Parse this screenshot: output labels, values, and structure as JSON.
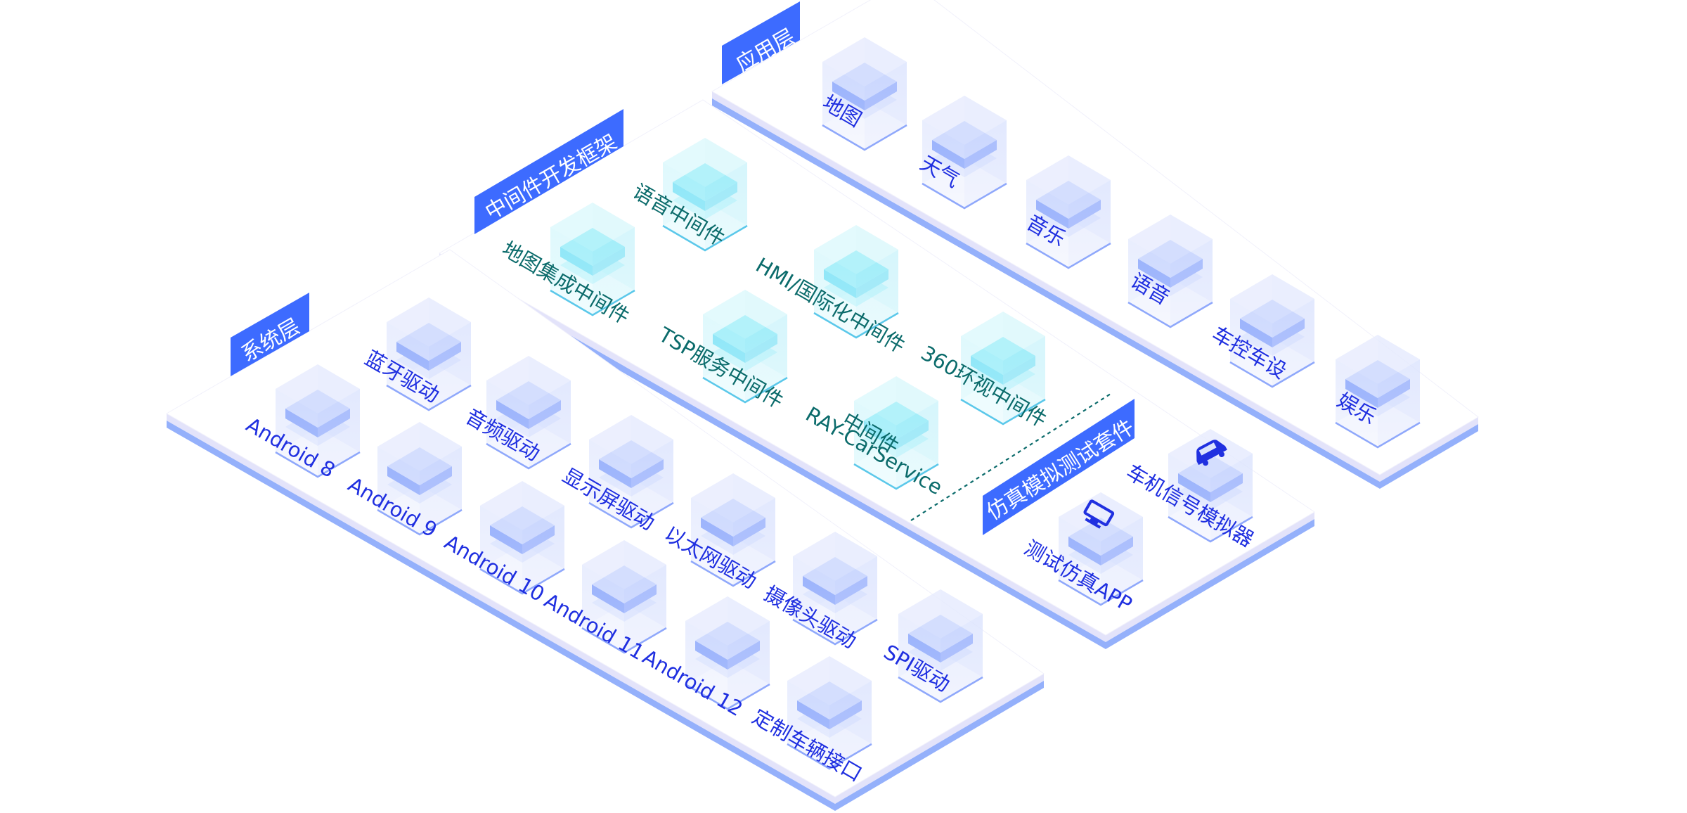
{
  "diagram": {
    "colors": {
      "banner": "#3d6bff",
      "platform_top": "#ffffff",
      "platform_side_light": "#e3e3fa",
      "platform_side_dark": "#94b0fb",
      "label_blue": "#1f2fe0",
      "label_teal": "#0b6b6b",
      "cube_blue_face": "#e6ebfe",
      "cube_blue_core_top": "#c2d1ff",
      "cube_blue_core_side": "#5f86fb",
      "cube_cyan_face": "#d3f6fc",
      "cube_cyan_core_top": "#86eaf8",
      "cube_cyan_core_side": "#55d9f4",
      "divider": "#0b6b6b"
    },
    "layers": [
      {
        "id": "application",
        "title": "应用层",
        "style": "blue",
        "items": [
          {
            "label": "地图"
          },
          {
            "label": "天气"
          },
          {
            "label": "音乐"
          },
          {
            "label": "语音"
          },
          {
            "label": "车控车设"
          },
          {
            "label": "娱乐"
          }
        ]
      },
      {
        "id": "middleware",
        "title": "中间件开发框架",
        "style": "cyan",
        "items": [
          {
            "label": "语音中间件"
          },
          {
            "label": "地图集成中间件"
          },
          {
            "label": "HMI/国际化中间件"
          },
          {
            "label": "TSP服务中间件"
          },
          {
            "label": "360环视中间件"
          },
          {
            "label": "RAY-CarService",
            "label2": "中间件"
          }
        ]
      },
      {
        "id": "simulation",
        "title": "仿真模拟测试套件",
        "style": "blue",
        "items": [
          {
            "label": "车机信号模拟器",
            "icon": "car-icon"
          },
          {
            "label": "测试仿真APP",
            "icon": "monitor-icon"
          }
        ]
      },
      {
        "id": "system",
        "title": "系统层",
        "style": "blue",
        "items": [
          {
            "label": "蓝牙驱动"
          },
          {
            "label": "Android 8"
          },
          {
            "label": "音频驱动"
          },
          {
            "label": "Android 9"
          },
          {
            "label": "显示屏驱动"
          },
          {
            "label": "Android 10"
          },
          {
            "label": "以太网驱动"
          },
          {
            "label": "Android 11"
          },
          {
            "label": "摄像头驱动"
          },
          {
            "label": "Android 12"
          },
          {
            "label": "SPI驱动"
          },
          {
            "label": "定制车辆接口"
          }
        ]
      }
    ]
  }
}
